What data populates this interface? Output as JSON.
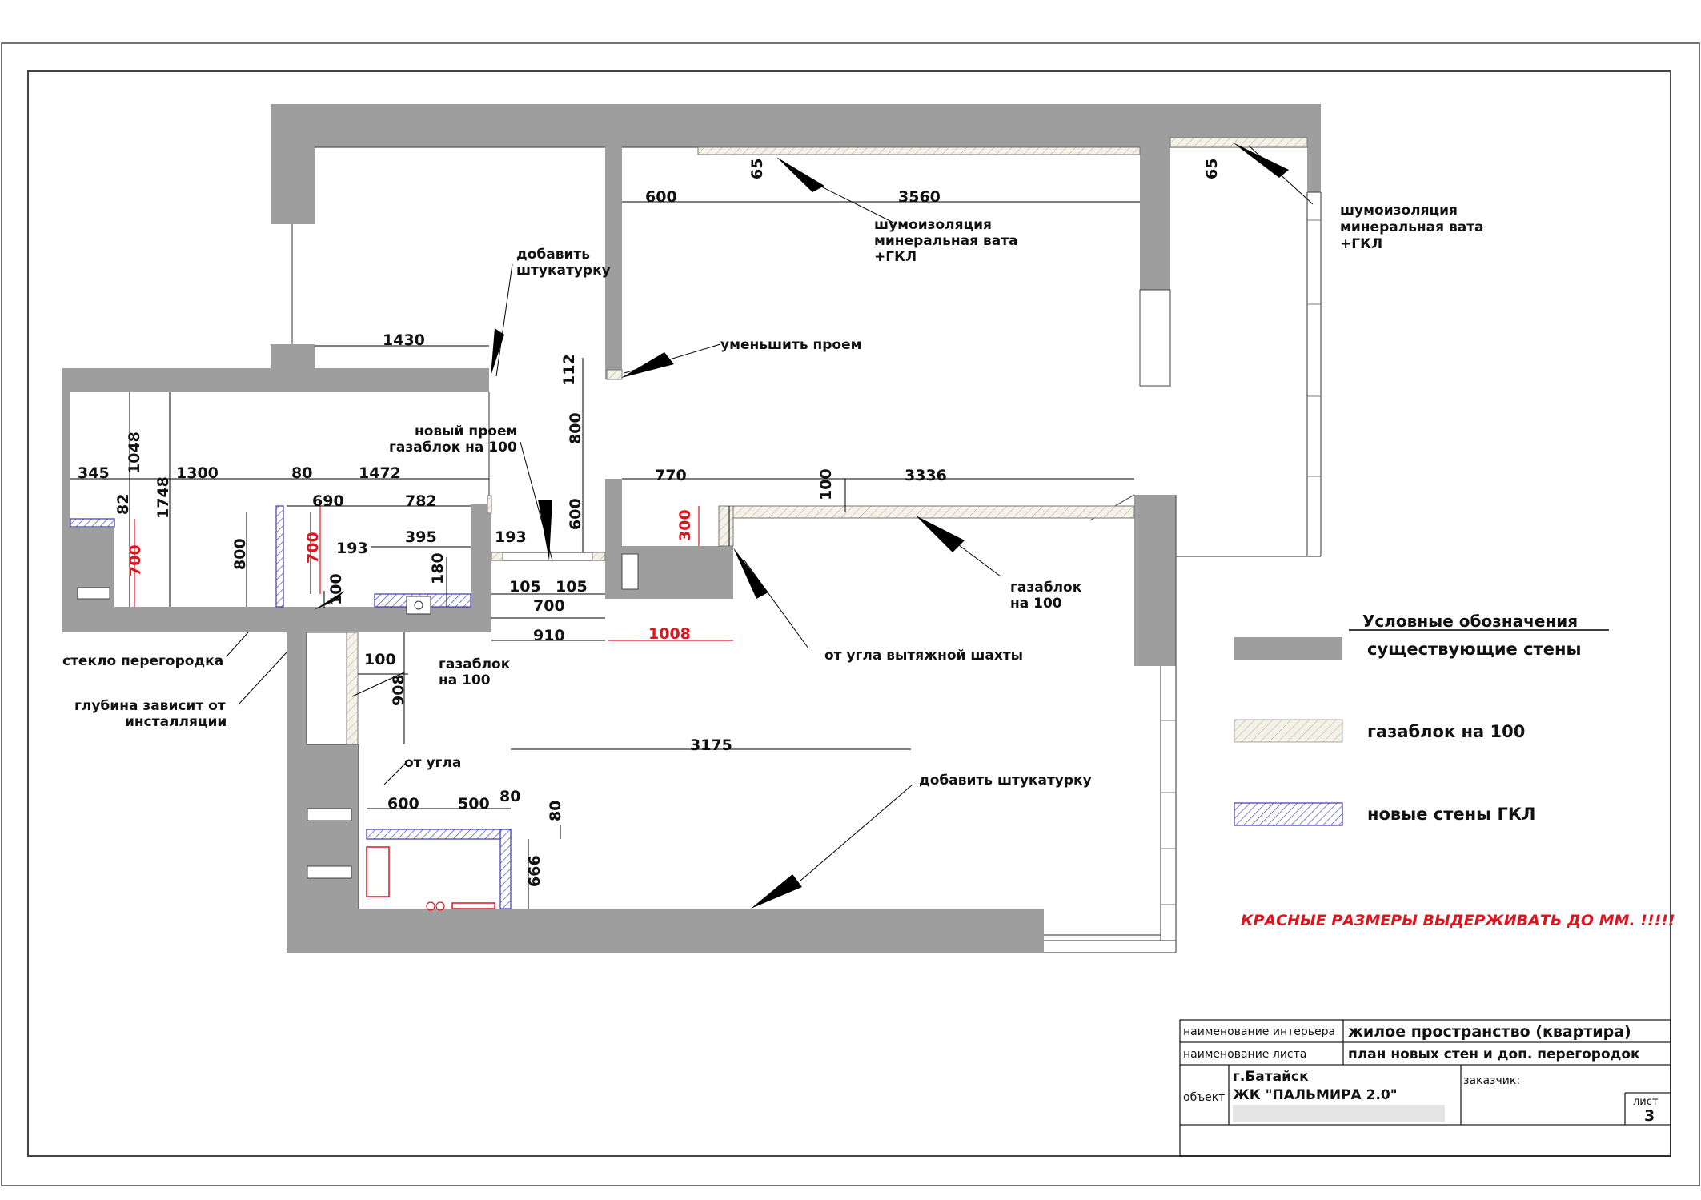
{
  "colors": {
    "existing_wall": "#9e9e9e",
    "red_dim": "#e0141e",
    "gkl_outline": "#3a3ab0",
    "gasblock_fill": "#f2f0e4"
  },
  "dims": {
    "d65a": "65",
    "d65b": "65",
    "d600_top": "600",
    "d3560": "3560",
    "d1430": "1430",
    "d112": "112",
    "d800_mid": "800",
    "d600_mid": "600",
    "d770": "770",
    "d100_top": "100",
    "d3336": "3336",
    "d345": "345",
    "d1048": "1048",
    "d1748": "1748",
    "d82": "82",
    "d1300": "1300",
    "d80_top": "80",
    "d1472": "1472",
    "d690": "690",
    "d782": "782",
    "d193a": "193",
    "d395": "395",
    "d193b": "193",
    "d800_left": "800",
    "d180": "180",
    "d100_small": "100",
    "d105a": "105",
    "d105b": "105",
    "d700_bottom": "700",
    "d910": "910",
    "d100_lower": "100",
    "d908": "908",
    "d3175": "3175",
    "d600_low": "600",
    "d500": "500",
    "d80_low": "80",
    "d80_vert": "80",
    "d666": "666"
  },
  "red_dims": {
    "r700a": "700",
    "r700b": "700",
    "r300": "300",
    "r1008": "1008"
  },
  "notes": {
    "noise1": [
      "шумоизоляция",
      "минеральная вата",
      "+ГКЛ"
    ],
    "noise2": [
      "шумоизоляция",
      "минеральная вата",
      "+ГКЛ"
    ],
    "plaster_top": [
      "добавить",
      "штукатурку"
    ],
    "reduce_opening": "уменьшить проем",
    "new_opening": [
      "новый проем",
      "газаблок на 100"
    ],
    "gasblock_right": [
      "газаблок",
      "на 100"
    ],
    "from_shaft": "от угла вытяжной шахты",
    "glass_partition": "стекло перегородка",
    "depth": [
      "глубина зависит от",
      "инсталляции"
    ],
    "gasblock_left": [
      "газаблок",
      "на 100"
    ],
    "from_corner": "от угла",
    "plaster_bottom": "добавить штукатурку",
    "red_warning": "КРАСНЫЕ РАЗМЕРЫ ВЫДЕРЖИВАТЬ ДО ММ. !!!!!"
  },
  "legend": {
    "title": "Условные обозначения",
    "items": [
      {
        "label": "существующие стены"
      },
      {
        "label": "газаблок на 100"
      },
      {
        "label": "новые стены ГКЛ"
      }
    ]
  },
  "titleblock": {
    "interior_label": "наименование интерьера",
    "interior_value": "жилое пространство (квартира)",
    "sheet_label": "наименование листа",
    "sheet_value": "план новых стен и доп. перегородок",
    "object_label": "объект",
    "city": "г.Батайск",
    "complex": "ЖК \"ПАЛЬМИРА 2.0\"",
    "client_label": "заказчик:",
    "list_label": "лист",
    "list_number": "3"
  }
}
